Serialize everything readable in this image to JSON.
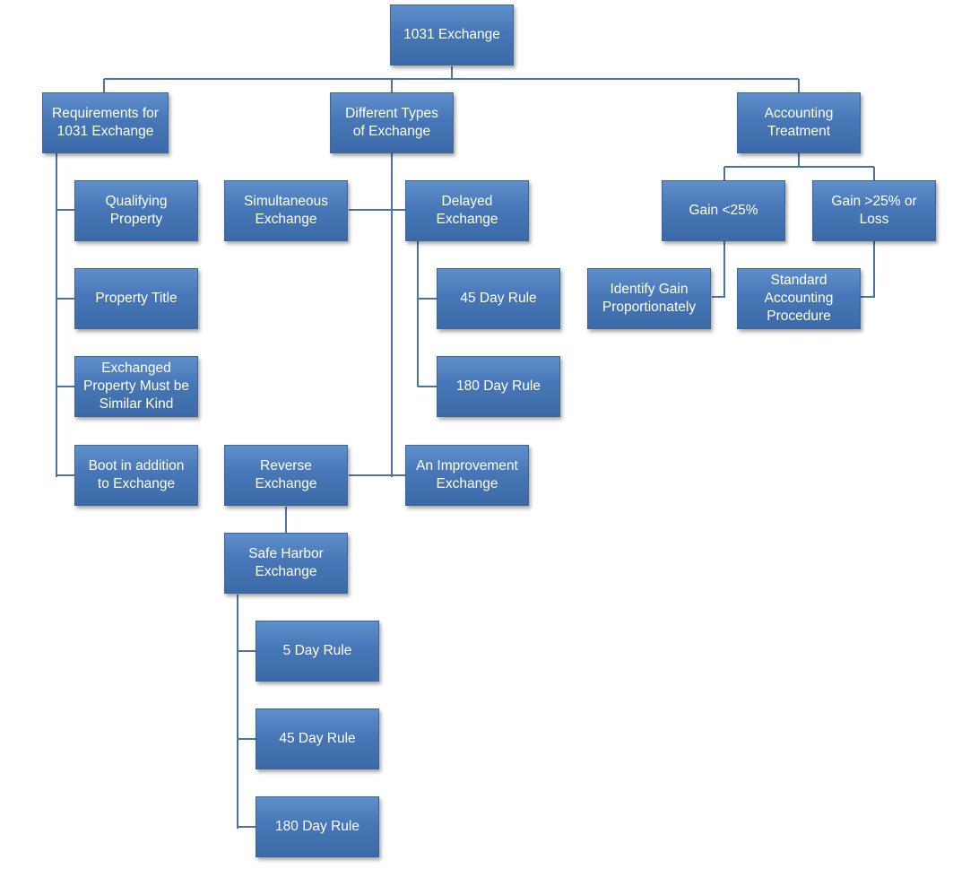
{
  "nodes": {
    "root": "1031 Exchange",
    "requirements": "Requirements for\n1031 Exchange",
    "types": "Different Types\nof Exchange",
    "accounting": "Accounting\nTreatment",
    "qualifying": "Qualifying\nProperty",
    "title": "Property Title",
    "similar": "Exchanged\nProperty Must be\nSimilar Kind",
    "boot": "Boot in addition\nto Exchange",
    "simultaneous": "Simultaneous\nExchange",
    "delayed": "Delayed\nExchange",
    "delayed_45": "45 Day Rule",
    "delayed_180": "180 Day Rule",
    "reverse": "Reverse\nExchange",
    "improvement": "An Improvement\nExchange",
    "safe_harbor": "Safe Harbor\nExchange",
    "safe_5": "5 Day Rule",
    "safe_45": "45 Day Rule",
    "safe_180": "180 Day Rule",
    "gain_lt": "Gain <25%",
    "gain_gt": "Gain >25% or\nLoss",
    "identify": "Identify Gain\nProportionately",
    "standard": "Standard\nAccounting\nProcedure"
  },
  "colors": {
    "box_fill": "#4a7ab9",
    "box_border": "#3d6690",
    "connector": "#4a74a8"
  }
}
